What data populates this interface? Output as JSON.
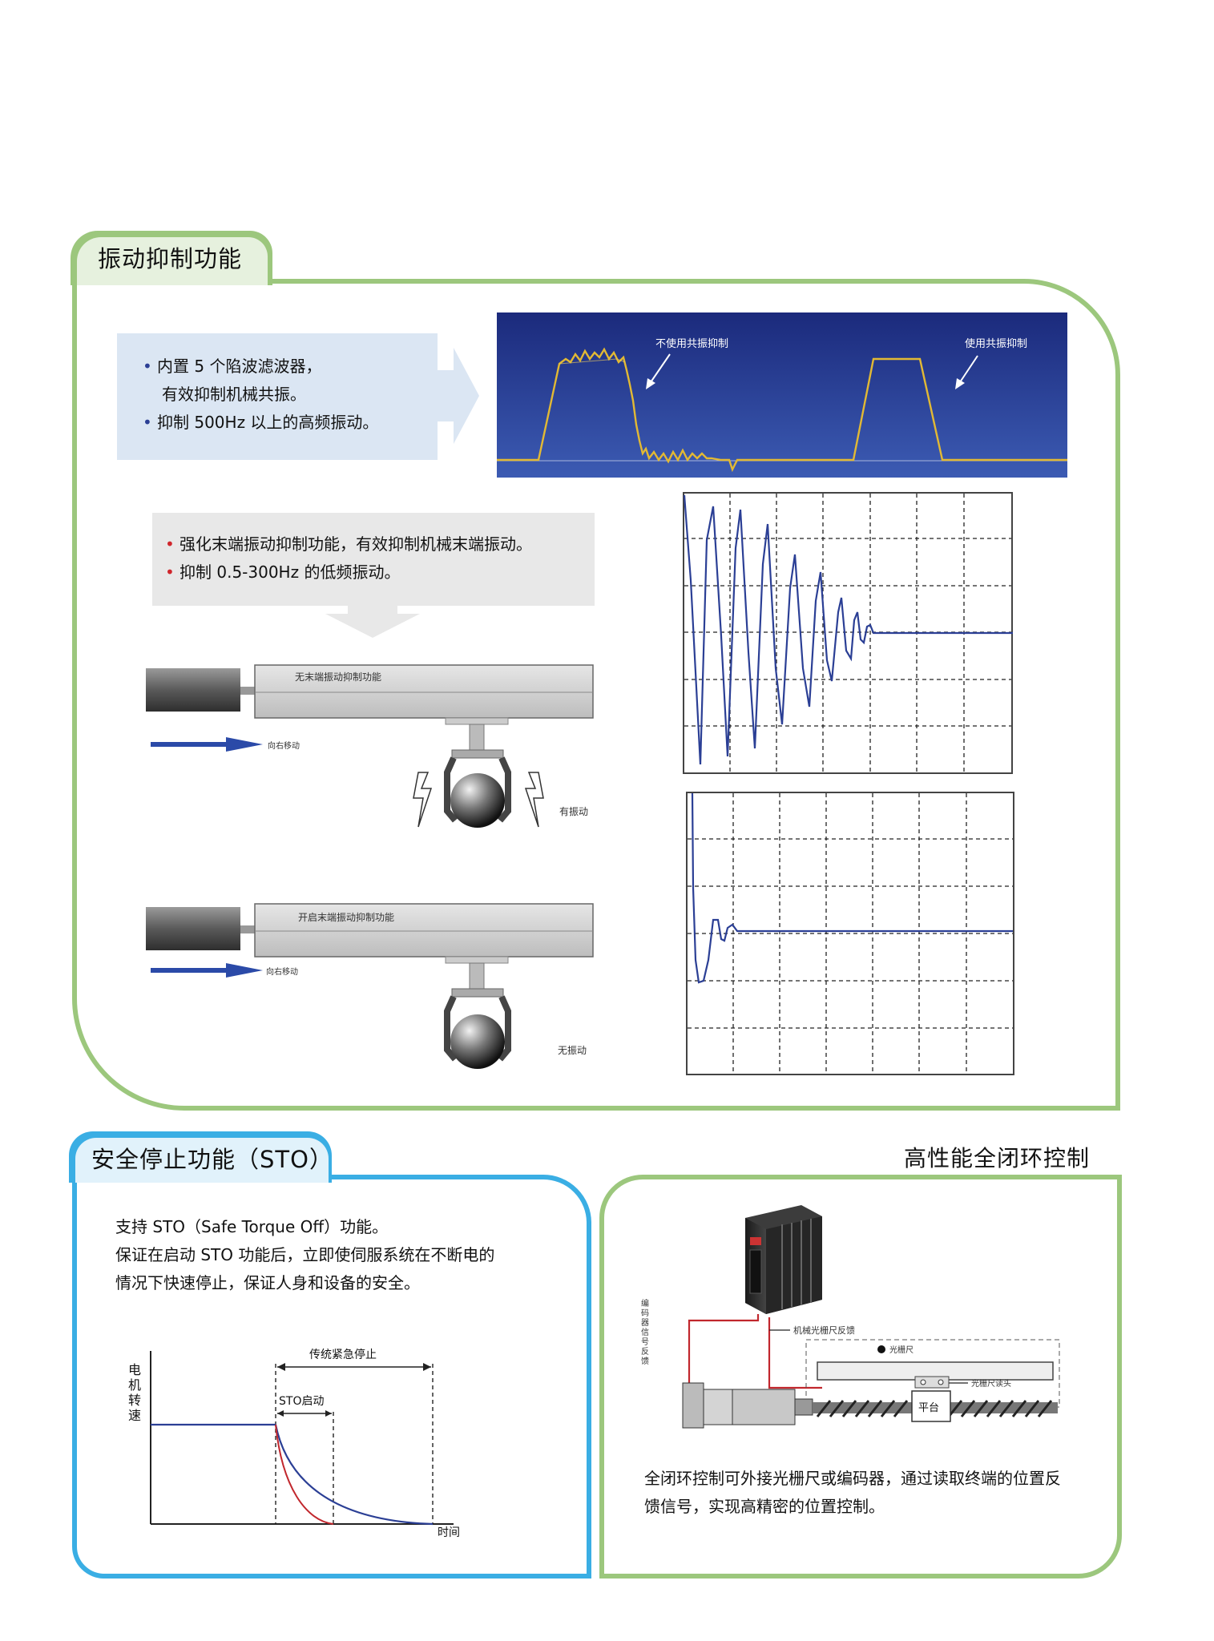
{
  "vibration": {
    "title": "振动抑制功能",
    "bullets1": [
      "内置 5 个陷波滤波器，",
      "有效抑制机械共振。",
      "抑制 500Hz 以上的高频振动。"
    ],
    "wave_label_off": "不使用共振抑制",
    "wave_label_on": "使用共振抑制",
    "bullets2": [
      "强化末端振动抑制功能，有效抑制机械末端振动。",
      "抑制 0.5-300Hz 的低频振动。"
    ],
    "top_machine": {
      "rail_label": "无末端振动抑制功能",
      "move_label": "向右移动",
      "state_label": "有振动"
    },
    "bottom_machine": {
      "rail_label": "开启末端振动抑制功能",
      "move_label": "向右移动",
      "state_label": "无振动"
    }
  },
  "sto": {
    "title": "安全停止功能（STO）",
    "lines": [
      "支持 STO（Safe Torque Off）功能。",
      "保证在启动 STO 功能后，立即使伺服系统在不断电的",
      "情况下快速停止，保证人身和设备的安全。"
    ],
    "chart": {
      "ylabel": "电机转速",
      "xlabel": "时间",
      "traditional_label": "传统紧急停止",
      "sto_label": "STO启动"
    }
  },
  "closed_loop": {
    "title": "高性能全闭环控制",
    "labels": {
      "feedback_left": "编码器信号反馈",
      "feedback_top": "机械光栅尺反馈",
      "scale": "光栅尺",
      "reader": "光栅尺读头",
      "platform": "平台"
    },
    "lines": [
      "全闭环控制可外接光栅尺或编码器，通过读取终端的位置反",
      "馈信号，实现高精密的位置控制。"
    ]
  },
  "colors": {
    "green": "#9cc77d",
    "blue": "#3aaee4",
    "wave": "#e2b934",
    "signal": "#2b3f95",
    "red_bullet": "#d0262c",
    "blue_bullet": "#2b3f95"
  }
}
